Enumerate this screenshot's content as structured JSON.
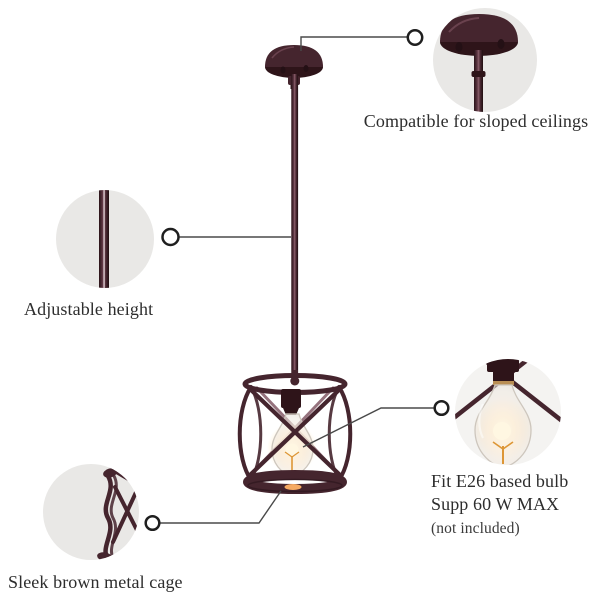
{
  "colors": {
    "bronze": "#45252e",
    "bronze_dark": "#2e1419",
    "bronze_light": "#7a4f5c",
    "circle_bg": "#e9e8e6",
    "circle_bg_light": "#f4f3f1",
    "connector": "#4a4a4a",
    "text": "#2d2d2d",
    "filament": "#dd9636",
    "background": "#ffffff"
  },
  "callouts": {
    "sloped_ceiling": {
      "label": "Compatible for sloped ceilings"
    },
    "adjustable_height": {
      "label": "Adjustable height"
    },
    "metal_cage": {
      "label": "Sleek brown metal cage"
    },
    "e26_bulb": {
      "line1": "Fit E26 based bulb",
      "line2": "Supp 60 W MAX",
      "line3": "(not included)"
    }
  }
}
